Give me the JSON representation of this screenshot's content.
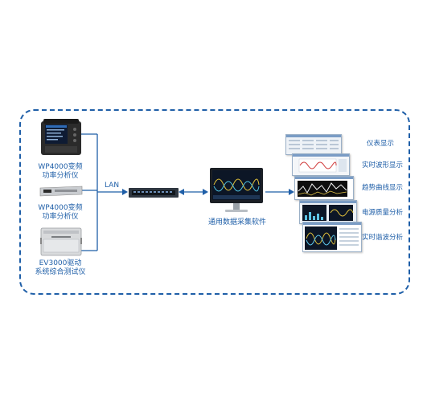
{
  "devices": [
    {
      "line1": "WP4000变频",
      "line2": "功率分析仪"
    },
    {
      "line1": "WP4000变频",
      "line2": "功率分析仪"
    },
    {
      "line1": "EV3000驱动",
      "line2": "系统综合测试仪"
    }
  ],
  "lan_label": "LAN",
  "software_label": "通用数据采集软件",
  "functions": [
    "仪表显示",
    "实时波形显示",
    "趋势曲线显示",
    "电源质量分析",
    "实时谐波分析"
  ],
  "colors": {
    "accent": "#1f5fa8",
    "frame": "#1f5fa8"
  }
}
